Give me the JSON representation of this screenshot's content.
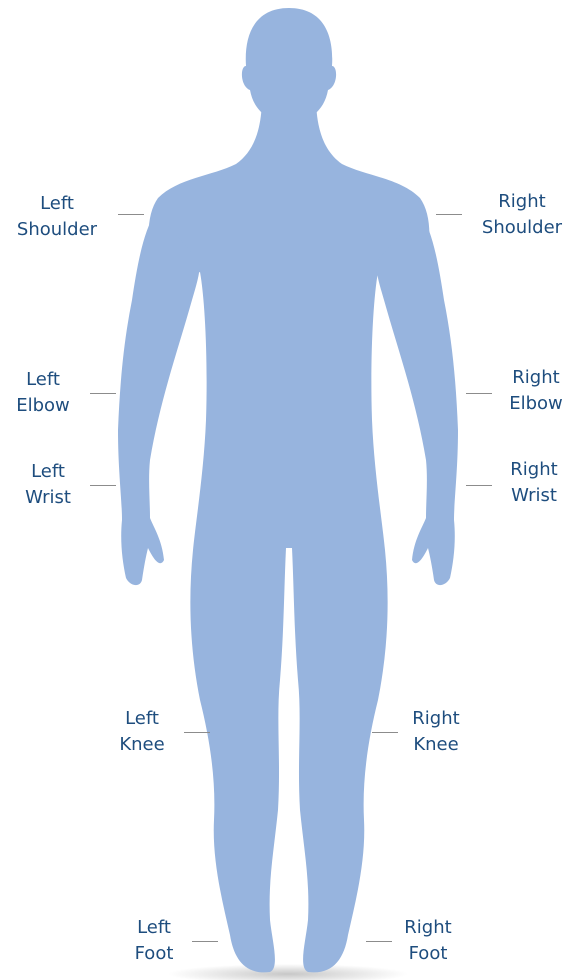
{
  "colors": {
    "silhouette": "#97b4de",
    "label_text": "#1e4d7e",
    "leader_line": "#8c8c8c",
    "background": "#ffffff"
  },
  "labels": {
    "left_shoulder": {
      "side": "Left",
      "joint": "Shoulder"
    },
    "right_shoulder": {
      "side": "Right",
      "joint": "Shoulder"
    },
    "left_elbow": {
      "side": "Left",
      "joint": "Elbow"
    },
    "right_elbow": {
      "side": "Right",
      "joint": "Elbow"
    },
    "left_wrist": {
      "side": "Left",
      "joint": "Wrist"
    },
    "right_wrist": {
      "side": "Right",
      "joint": "Wrist"
    },
    "left_knee": {
      "side": "Left",
      "joint": "Knee"
    },
    "right_knee": {
      "side": "Right",
      "joint": "Knee"
    },
    "left_foot": {
      "side": "Left",
      "joint": "Foot"
    },
    "right_foot": {
      "side": "Right",
      "joint": "Foot"
    }
  }
}
